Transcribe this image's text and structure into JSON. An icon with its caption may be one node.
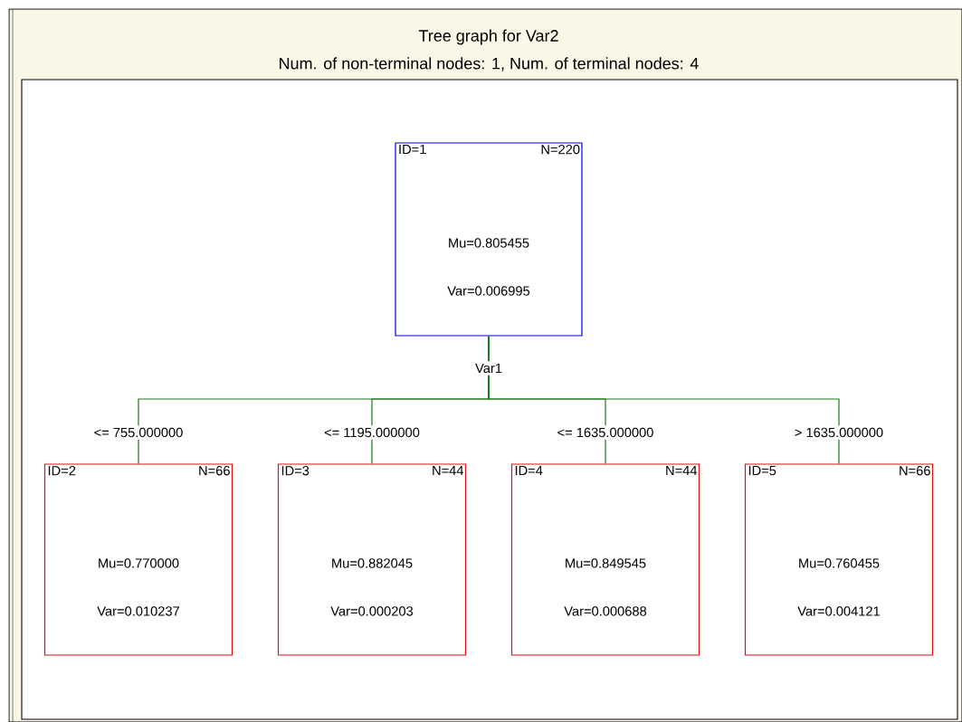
{
  "diagram": {
    "title": "Tree graph for Var2",
    "nodes": [
      {
        "text": [
          "ID=1",
          "N=220",
          "Mu=0.805455",
          "Var=0.006995"
        ]
      },
      {
        "text": [
          "ID=2",
          "N=66",
          "Mu=0.770000",
          "Var=0.010237"
        ]
      },
      {
        "text": [
          "ID=3",
          "N=44",
          "Mu=0.882045",
          "Var=0.000203"
        ]
      },
      {
        "text": [
          "ID=4",
          "N=44",
          "Mu=0.849545",
          "Var=0.000688"
        ]
      },
      {
        "text": [
          "ID=5",
          "N=66",
          "Mu=0.760455",
          "Var=0.004121"
        ]
      }
    ],
    "edges": [
      {
        "from": 0,
        "to": 1,
        "arrow": "none",
        "label": "<= 755.000000"
      },
      {
        "from": 0,
        "to": 2,
        "arrow": "none",
        "label": "<= 1195.000000"
      },
      {
        "from": 0,
        "to": 3,
        "arrow": "none",
        "label": "<= 1635.000000"
      },
      {
        "from": 0,
        "to": 4,
        "arrow": "none",
        "label": "> 1635.000000"
      }
    ],
    "labels": [
      "Num. of non-terminal nodes: 1,  Num. of terminal nodes: 4",
      "Var1"
    ]
  }
}
